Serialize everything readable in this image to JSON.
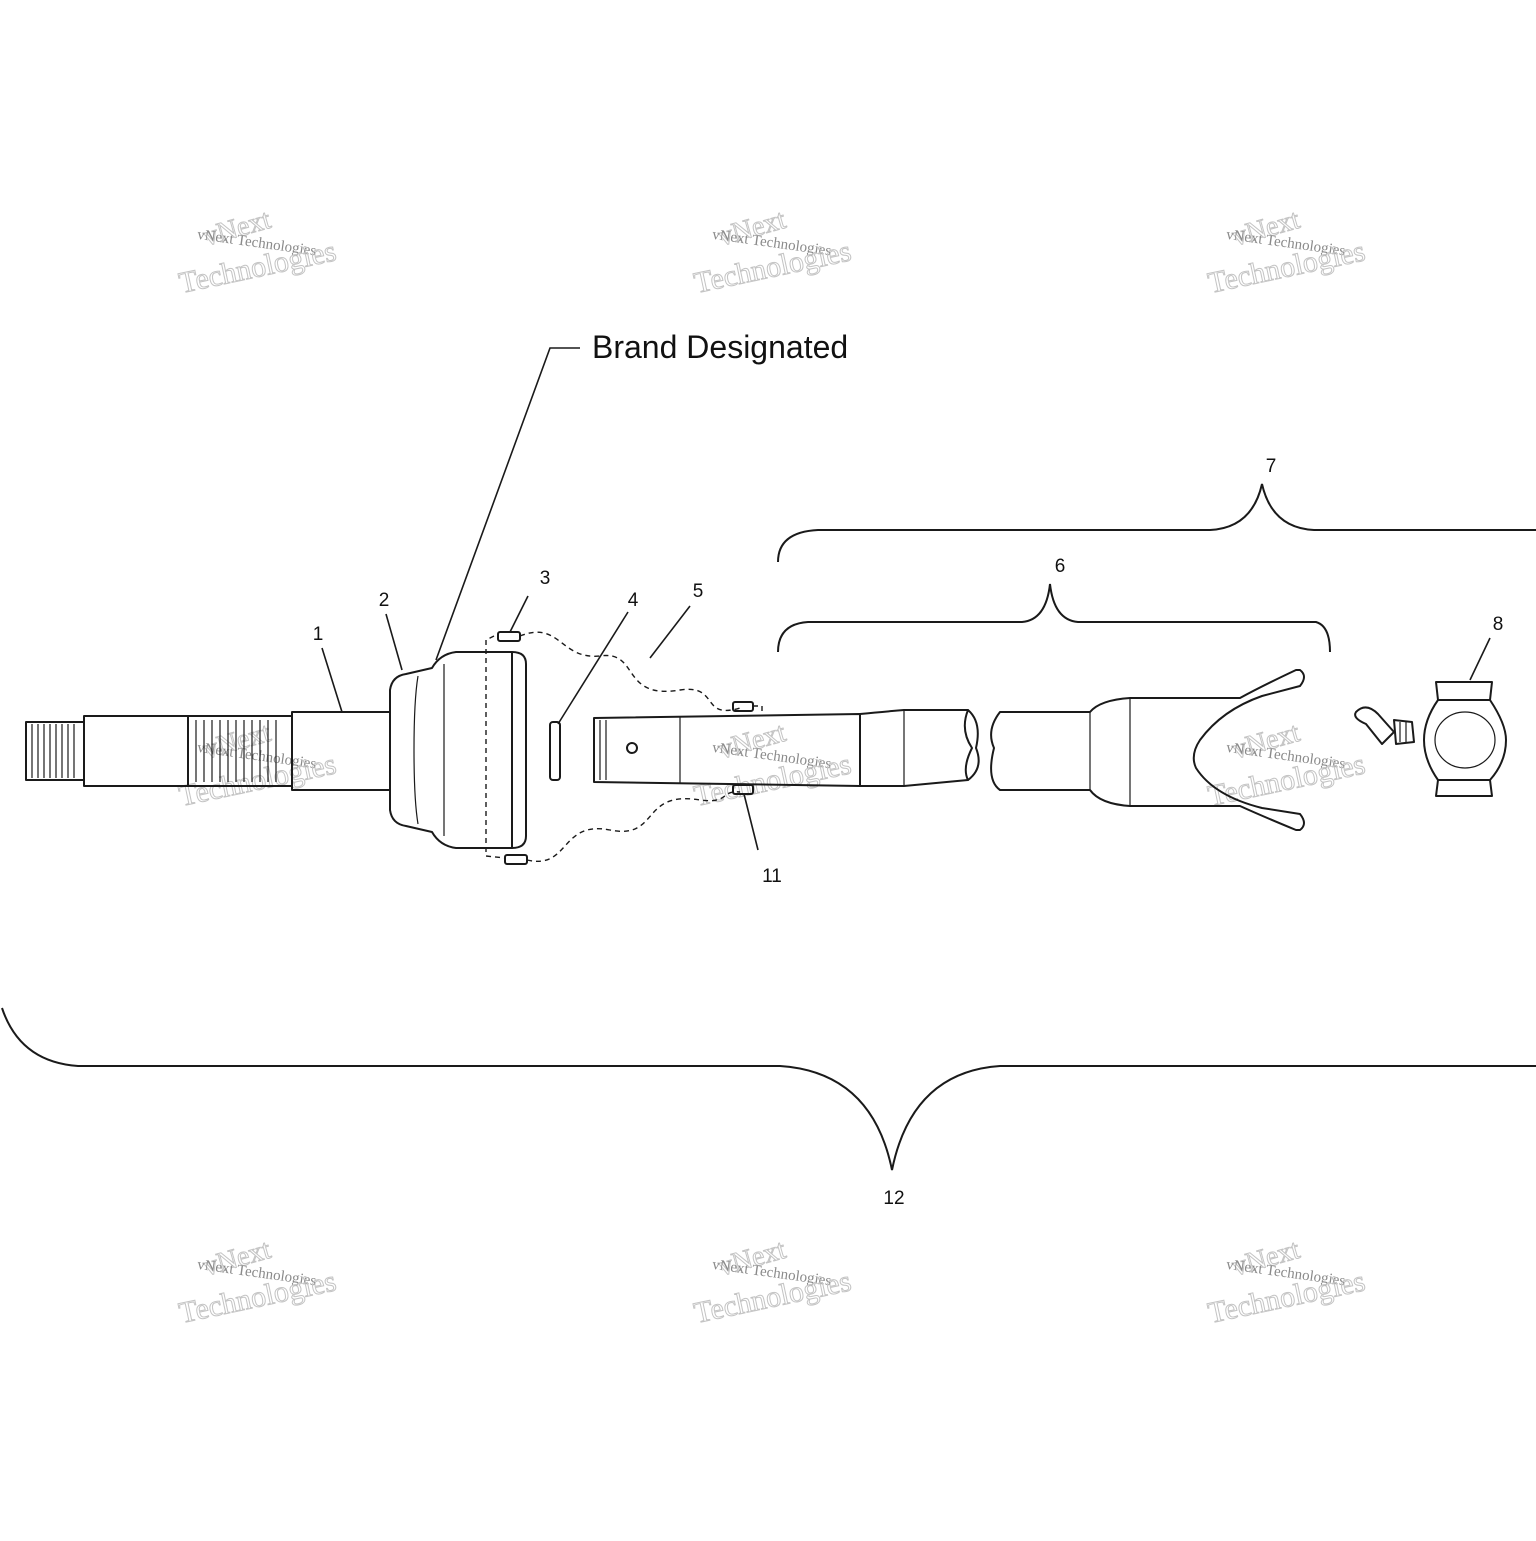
{
  "diagram": {
    "note_label": "Brand Designated",
    "callouts": [
      {
        "id": "1",
        "label": "1"
      },
      {
        "id": "2",
        "label": "2"
      },
      {
        "id": "3",
        "label": "3"
      },
      {
        "id": "4",
        "label": "4"
      },
      {
        "id": "5",
        "label": "5"
      },
      {
        "id": "6",
        "label": "6"
      },
      {
        "id": "7",
        "label": "7"
      },
      {
        "id": "8",
        "label": "8"
      },
      {
        "id": "11",
        "label": "11"
      },
      {
        "id": "12",
        "label": "12"
      }
    ]
  },
  "watermark": {
    "line1": "vNext",
    "line2": "vNext Technologies",
    "line3": "Technologies"
  }
}
